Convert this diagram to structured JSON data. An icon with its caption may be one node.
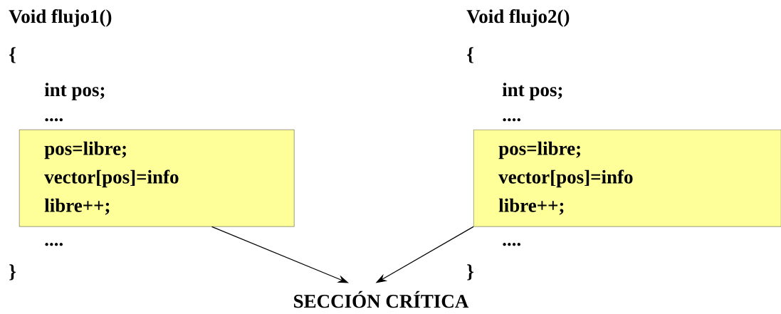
{
  "diagram": {
    "nodes": [
      {
        "text": [
          "pos=libre;",
          "vector[pos]=info",
          "libre++;"
        ]
      },
      {
        "text": [
          "pos=libre;",
          "vector[pos]=info",
          "libre++;"
        ]
      },
      {
        "text": [
          "SECCIÓN CRÍTICA"
        ]
      }
    ],
    "edges": [
      {
        "from": 0,
        "to": 2,
        "arrow": "to"
      },
      {
        "from": 1,
        "to": 2,
        "arrow": "to"
      }
    ],
    "labels": [
      "Void flujo1()",
      "{",
      "int pos;",
      "....",
      "....",
      "}",
      "Void flujo2()",
      "{",
      "int pos;",
      "....",
      "....",
      "}"
    ]
  }
}
